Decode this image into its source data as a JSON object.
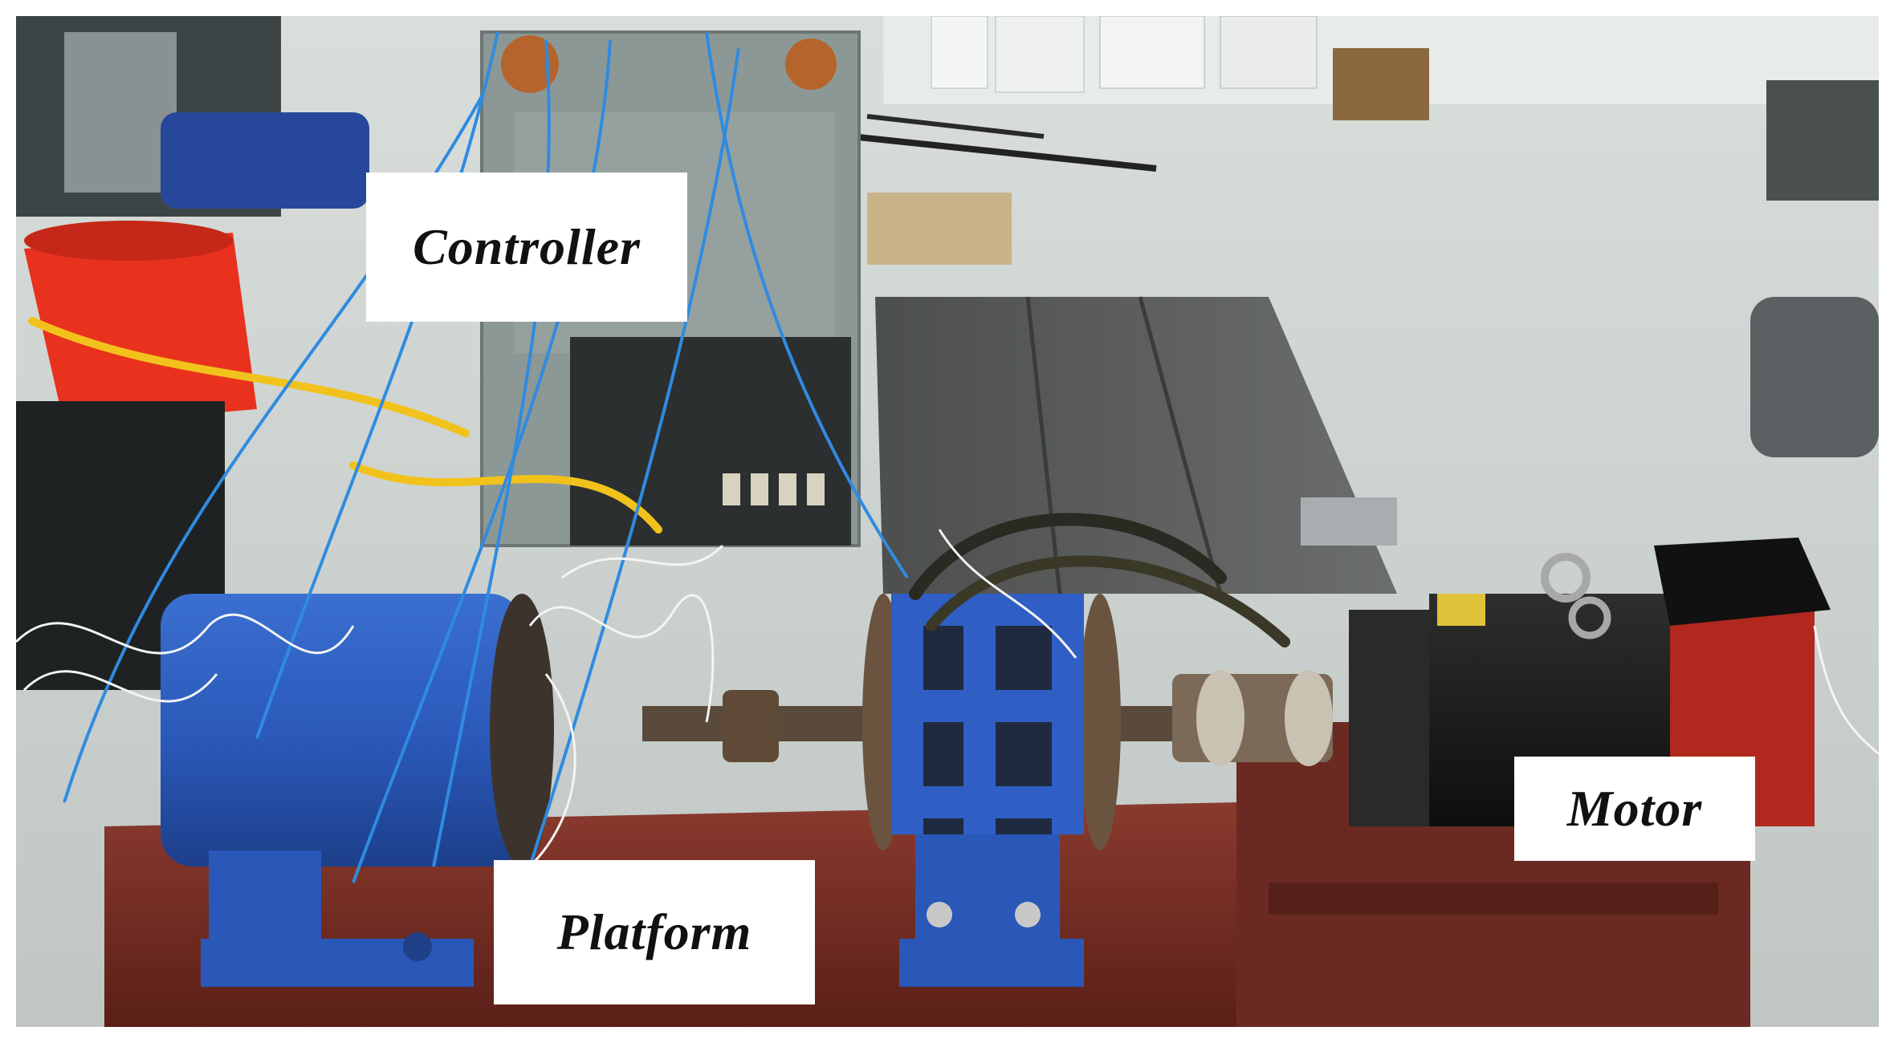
{
  "labels": {
    "controller": "Controller",
    "platform": "Platform",
    "motor": "Motor"
  },
  "colors": {
    "platform_blue": "#2a58b8",
    "base_red": "#7a2a22",
    "motor_black": "#1c1c1c",
    "motor_red": "#b0281e",
    "cabinet_gray": "#8c9896",
    "bucket_red": "#e8321e",
    "floor": "#cfd6d3",
    "steel_table": "#5a5d5c"
  }
}
